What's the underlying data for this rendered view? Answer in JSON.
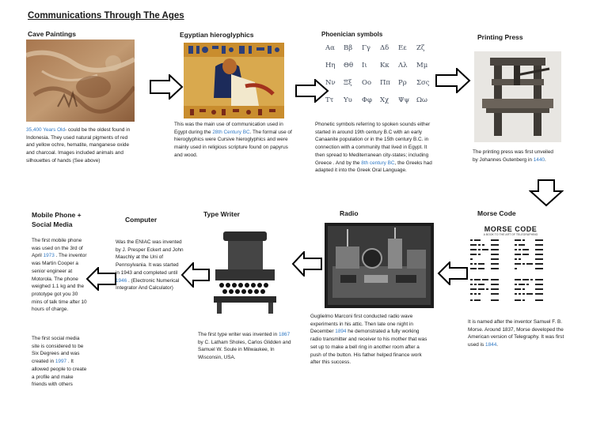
{
  "title": "Communications Through The Ages",
  "headings": {
    "cave": "Cave Paintings",
    "egypt": "Egyptian hieroglyphics",
    "phoenician": "Phoenician symbols",
    "printing": "Printing Press",
    "morse": "Morse Code",
    "radio": "Radio",
    "typewriter": "Type Writer",
    "computer": "Computer",
    "mobile_line1": "Mobile Phone +",
    "mobile_line2": "Social Media"
  },
  "texts": {
    "cave": {
      "hl": "35,400 Years Old",
      "rest": "- could be the oldest found in Indonesia. They used natural pigments of red and yellow ochre, hematite, manganese oxide and charcoal. Images included animals and silhouettes of hands (See above)"
    },
    "egypt": {
      "a": "This was the main use of communication used in Egypt during the ",
      "hl": "28th Century BC",
      "b": ". The formal use of hieroglyphics were Cursive hieroglyphics and were mainly used in religious scripture found on papyrus and wood."
    },
    "phoenician": {
      "a": "Phonetic symbols referring to spoken sounds either started in around 19th century B.C with an early Canaanite population or in the 15th century B.C. in connection with a community that lived in Egypt. It then spread to Mediterranean city-states; including Greece . And by the ",
      "hl": "8th century BC",
      "b": ", the Greeks had adapted it into the Greek Oral Language."
    },
    "printing": {
      "a": "The printing press was first unveiled by Johannes Gutenberg in ",
      "hl": "1440",
      "b": "."
    },
    "morse": {
      "a": "It is named after the inventor Samuel F. B. Morse. Around 1837, Morse developed the American version of Telegraphy. It was first used is ",
      "hl": "1844",
      "b": "."
    },
    "radio": {
      "a": "Guglielmo Marconi first conducted radio wave experiments in his attic. Then late one night in December ",
      "hl": "1894",
      "b": " he demonstrated a fully working radio transmitter and receiver to his mother that was set up to make a bell ring in another room after a push of the button. His father helped finance work after this success."
    },
    "typewriter": {
      "a": "The first type writer was invented in ",
      "hl": "1867",
      "b": " by C. Latham Sholes, Carlos Glidden and Samuel W. Soule in Milwaukee, In Wisconsin, USA."
    },
    "computer": {
      "a": "Was the ENIAC was invented by J. Presper Eckert and John Mauchly at the Uni of Pennsylvania. It was started in 1943 and completed until ",
      "hl": "1946",
      "b": " . (Electronic Numerical Integrator And Calculator)"
    },
    "mobile1": {
      "a": "The first mobile phone was used on the 3rd of April ",
      "hl": "1973",
      "b": " . The inventor was Martin Cooper a senior engineer at Motorola. The phone weighed 1.1 kg and the prototype got you 30 mins of talk time after 10 hours of charge."
    },
    "mobile2": {
      "a": "The first social media site is considered to be Six Degrees and was created in ",
      "hl": "1997",
      "b": " . It allowed people to create a profile and make friends with others"
    }
  },
  "phoenician_table": [
    [
      "Αα",
      "Ββ",
      "Γγ",
      "Δδ",
      "Εε",
      "Ζζ"
    ],
    [
      "Ηη",
      "Θθ",
      "Ιι",
      "Κκ",
      "Λλ",
      "Μμ"
    ],
    [
      "Νν",
      "Ξξ",
      "Οο",
      "Ππ",
      "Ρρ",
      "Σσς"
    ],
    [
      "Ττ",
      "Υυ",
      "Φφ",
      "Χχ",
      "Ψψ",
      "Ωω"
    ]
  ],
  "morse_chart": {
    "title": "MORSE CODE",
    "subtitle": "A BOOK TO THE ART OF TELEGRAPHING"
  },
  "colors": {
    "highlight": "#2f78c4"
  }
}
